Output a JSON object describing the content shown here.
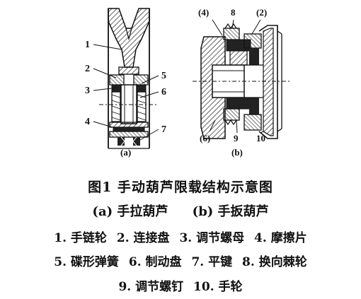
{
  "diagram": {
    "panel_a": {
      "callouts": [
        {
          "id": "1",
          "text": "1"
        },
        {
          "id": "2",
          "text": "2"
        },
        {
          "id": "3",
          "text": "3"
        },
        {
          "id": "4",
          "text": "4"
        },
        {
          "id": "5",
          "text": "5"
        },
        {
          "id": "6",
          "text": "6"
        },
        {
          "id": "7",
          "text": "7"
        }
      ],
      "label": "(a)"
    },
    "panel_b": {
      "callouts": [
        {
          "id": "p4",
          "text": "(4)"
        },
        {
          "id": "c8",
          "text": "8"
        },
        {
          "id": "p2",
          "text": "(2)"
        },
        {
          "id": "p6",
          "text": "(6)"
        },
        {
          "id": "c9",
          "text": "9"
        },
        {
          "id": "c10",
          "text": "10"
        }
      ],
      "label": "(b)"
    }
  },
  "caption": {
    "title": "图1   手动葫芦限载结构示意图",
    "subtitle_a": "(a) 手拉葫芦",
    "subtitle_b": "(b) 手扳葫芦",
    "legend_line1": [
      "1. 手链轮",
      "2. 连接盘",
      "3. 调节螺母",
      "4. 摩擦片"
    ],
    "legend_line2": [
      "5. 碟形弹簧",
      "6. 制动盘",
      "7. 平键",
      "8. 换向棘轮"
    ],
    "legend_line3": [
      "9. 调节螺钉",
      "10. 手轮"
    ]
  }
}
